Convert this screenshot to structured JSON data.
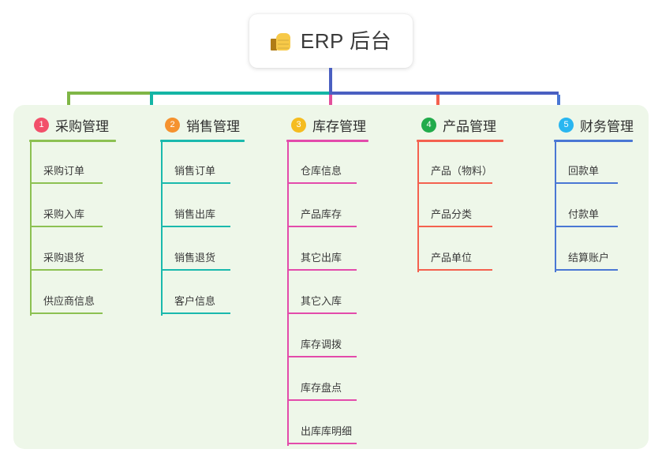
{
  "diagram": {
    "type": "mind-map",
    "root": {
      "icon": "thumbs-up-icon",
      "title": "ERP 后台"
    },
    "panel_color": "#eef7e9",
    "root_stem_color": "#4a5fc1",
    "bus_segments": [
      {
        "color": "#7fb646"
      },
      {
        "color": "#14b5a5"
      },
      {
        "color": "#4a5fc1"
      }
    ],
    "columns": [
      {
        "number": "1",
        "title": "采购管理",
        "badge_color": "#f2506a",
        "line_color": "#8cc152",
        "stub_color": "#7fb646",
        "children": [
          {
            "label": "采购订单"
          },
          {
            "label": "采购入库"
          },
          {
            "label": "采购退货"
          },
          {
            "label": "供应商信息"
          }
        ]
      },
      {
        "number": "2",
        "title": "销售管理",
        "badge_color": "#f5922f",
        "line_color": "#1ab9ad",
        "stub_color": "#14b5a5",
        "children": [
          {
            "label": "销售订单"
          },
          {
            "label": "销售出库"
          },
          {
            "label": "销售退货"
          },
          {
            "label": "客户信息"
          }
        ]
      },
      {
        "number": "3",
        "title": "库存管理",
        "badge_color": "#f5bc20",
        "line_color": "#e34bab",
        "stub_color": "#e3509b",
        "children": [
          {
            "label": "仓库信息"
          },
          {
            "label": "产品库存"
          },
          {
            "label": "其它出库"
          },
          {
            "label": "其它入库"
          },
          {
            "label": "库存调拨"
          },
          {
            "label": "库存盘点"
          },
          {
            "label": "出库库明细"
          }
        ]
      },
      {
        "number": "4",
        "title": "产品管理",
        "badge_color": "#22ab4b",
        "line_color": "#f4614f",
        "stub_color": "#f4614f",
        "children": [
          {
            "label": "产品（物料）"
          },
          {
            "label": "产品分类"
          },
          {
            "label": "产品单位"
          }
        ]
      },
      {
        "number": "5",
        "title": "财务管理",
        "badge_color": "#29b6f0",
        "line_color": "#4a77d4",
        "stub_color": "#4a77d4",
        "children": [
          {
            "label": "回款单"
          },
          {
            "label": "付款单"
          },
          {
            "label": "结算账户"
          }
        ]
      }
    ]
  }
}
